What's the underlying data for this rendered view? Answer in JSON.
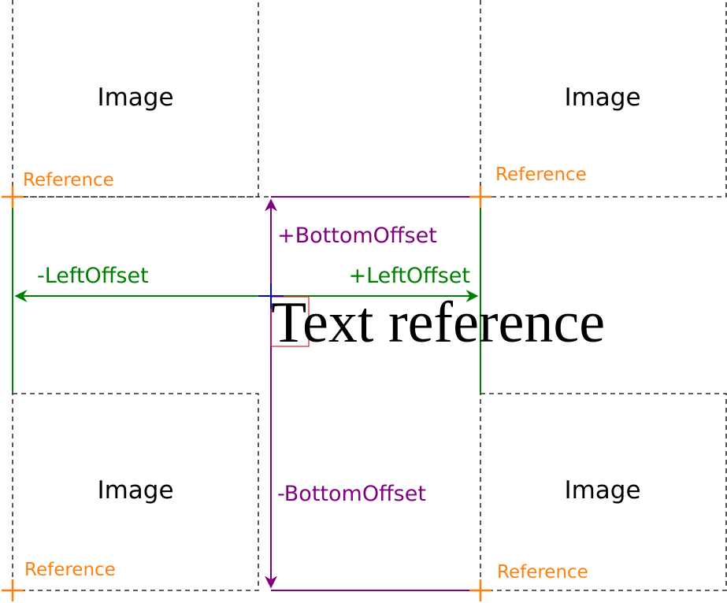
{
  "labels": {
    "image_top_left": "Image",
    "image_top_right": "Image",
    "image_bottom_left": "Image",
    "image_bottom_right": "Image",
    "reference_top_left": "Reference",
    "reference_top_right": "Reference",
    "reference_bottom_left": "Reference",
    "reference_bottom_right": "Reference",
    "bottom_offset_positive": "+BottomOffset",
    "bottom_offset_negative": "-BottomOffset",
    "left_offset_negative": "-LeftOffset",
    "left_offset_positive": "+LeftOffset",
    "text_reference": "Text reference"
  },
  "colors": {
    "reference": "#ff7f0e",
    "bottom_offset": "#800080",
    "left_offset": "#008000",
    "anchor": "#0000cc",
    "glyph_box": "#dd2222",
    "frame": "#000000"
  }
}
